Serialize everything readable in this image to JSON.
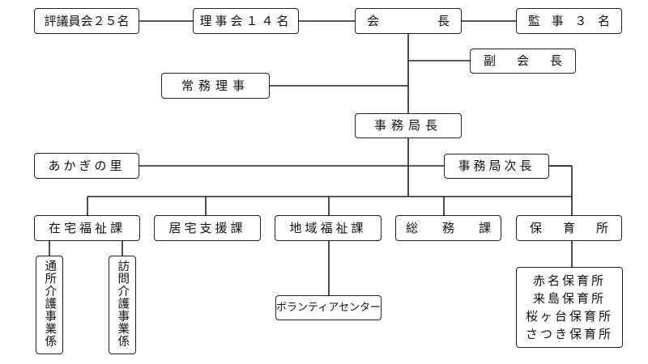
{
  "org": {
    "hyogiinkai": "評議員会２５名",
    "rijikai": "理事会１４名",
    "kaicho": [
      "会",
      "長"
    ],
    "kanji": [
      "監",
      "事",
      "３",
      "名"
    ],
    "fukukaicho": [
      "副",
      "会",
      "長"
    ],
    "jomuriji": "常務理事",
    "jimukyokucho": "事務局長",
    "akagi": "あかぎの里",
    "jimukyokujicho": "事務局次長",
    "zaitaku": "在宅福祉課",
    "kyotaku": "居宅支援課",
    "chiiki": "地域福祉課",
    "somu": [
      "総",
      "務",
      "課"
    ],
    "hoikusho": [
      "保",
      "育",
      "所"
    ],
    "tsusho": "通所介護事業係",
    "homon": "訪問介護事業係",
    "volunteer": "ボランティアセンター",
    "nurseries": [
      "赤名保育所",
      "来島保育所",
      "桜ヶ台保育所",
      "さつき保育所"
    ]
  }
}
